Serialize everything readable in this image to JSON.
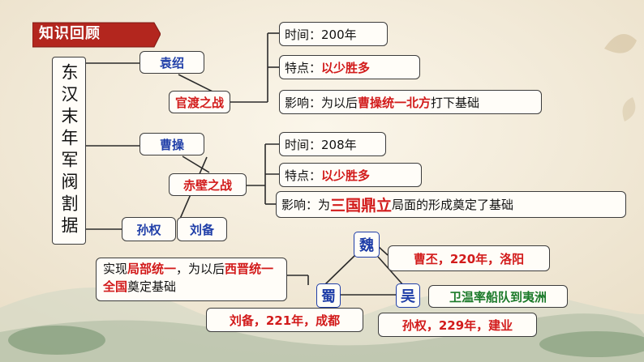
{
  "header": {
    "title": "知识回顾"
  },
  "root": {
    "label": "东汉末年军阀割据"
  },
  "warlords": {
    "yuanshao": "袁绍",
    "caocao": "曹操",
    "sunquan": "孙权",
    "liubei": "刘备"
  },
  "battle1": {
    "name": "官渡之战",
    "time": "时间：200年",
    "feature_prefix": "特点：",
    "feature_value": "以少胜多",
    "impact_prefix": "影响：为以后",
    "impact_highlight": "曹操统一北方",
    "impact_suffix": "打下基础"
  },
  "battle2": {
    "name": "赤壁之战",
    "time": "时间：208年",
    "feature_prefix": "特点：",
    "feature_value": "以少胜多",
    "impact_prefix": "影响：为 ",
    "impact_highlight": "三国鼎立",
    "impact_suffix": "局面的形成奠定了基础"
  },
  "kingdoms": {
    "wei": {
      "name": "魏",
      "info": "曹丕，220年，洛阳"
    },
    "shu": {
      "name": "蜀",
      "info": "刘备，221年，成都"
    },
    "wu": {
      "name": "吴",
      "info": "孙权，229年，建业",
      "extra": "卫温率船队到夷洲"
    }
  },
  "shu_note": {
    "prefix": "实现",
    "highlight1": "局部统一",
    "middle": "，为以后",
    "highlight2": "西晋统一全国",
    "suffix": "奠定基础"
  },
  "colors": {
    "banner": "#b3261e",
    "highlight_red": "#d21b1b",
    "warlord_blue": "#1f3ea8",
    "note_green": "#1b7a2a"
  }
}
